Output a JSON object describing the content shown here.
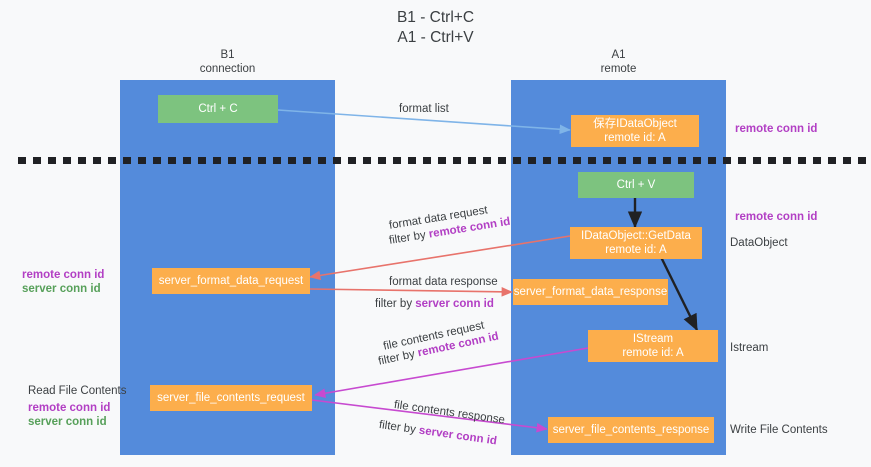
{
  "title": "B1 - Ctrl+C\nA1 - Ctrl+V",
  "columns": {
    "left": {
      "head": "B1\nconnection"
    },
    "right": {
      "head": "A1\nremote"
    }
  },
  "nodes": {
    "ctrl_c": "Ctrl + C",
    "save_dataobject": "保存IDataObject\nremote id: A",
    "ctrl_v": "Ctrl + V",
    "getdata": "IDataObject::GetData\nremote id: A",
    "server_format_data_request": "server_format_data_request",
    "server_format_data_response": "server_format_data_response",
    "istream": "IStream\nremote id: A",
    "server_file_contents_request": "server_file_contents_request",
    "server_file_contents_response": "server_file_contents_response"
  },
  "right_labels": {
    "remote_conn_id_top": "remote conn id",
    "remote_conn_id_mid": "remote conn id",
    "dataobject": "DataObject",
    "istream": "Istream",
    "write_file_contents": "Write File Contents"
  },
  "left_labels": {
    "remote_conn_id_mid": "remote conn id",
    "server_conn_id_mid": "server conn id",
    "read_file_contents": "Read File Contents",
    "remote_conn_id_bot": "remote conn id",
    "server_conn_id_bot": "server conn id"
  },
  "edges": {
    "format_list": "format list",
    "format_data_request": "format data request",
    "format_data_request_filter_pre": "filter by ",
    "format_data_request_filter_key": "remote conn id",
    "format_data_response": "format data response",
    "format_data_response_filter_pre": "filter by ",
    "format_data_response_filter_key": "server conn id",
    "file_contents_request": "file contents request",
    "file_contents_request_filter_pre": "filter by ",
    "file_contents_request_filter_key": "remote conn id",
    "file_contents_response": "file contents response",
    "file_contents_response_filter_pre": "filter by ",
    "file_contents_response_filter_key": "server conn id"
  },
  "colors": {
    "column_blue": "#548bdb",
    "node_green": "#7dc37f",
    "node_orange": "#fcae4c",
    "purple": "#b23fc4",
    "green_text": "#57a05a",
    "arrow_blue": "#7fb4e8",
    "arrow_red": "#e8736b",
    "arrow_magenta": "#c74ad0",
    "arrow_black": "#202124",
    "divider": "#202124"
  }
}
